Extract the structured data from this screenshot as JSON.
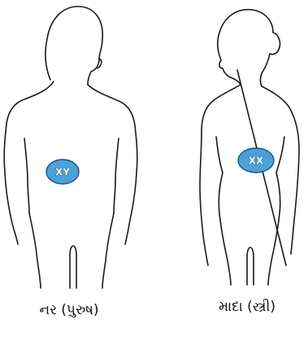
{
  "male": {
    "chromosome_label": "XY",
    "caption": "નર (પુરુષ)"
  },
  "female": {
    "chromosome_label": "XX",
    "caption": "માદા (સ્ત્રી)"
  },
  "colors": {
    "outline": "#1a1a1a",
    "ellipse_fill": "#4aa3d8",
    "ellipse_stroke": "#1e4e86",
    "background": "#ffffff"
  }
}
